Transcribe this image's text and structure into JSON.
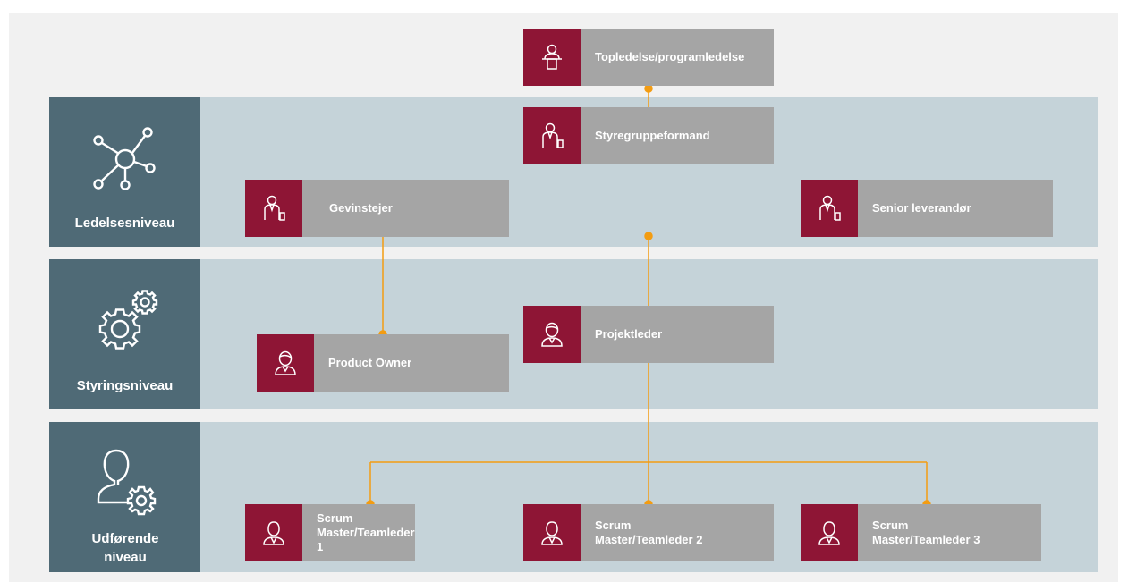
{
  "levels": {
    "management": {
      "label": "Ledelsesniveau",
      "icon": "network-hub-icon"
    },
    "steering": {
      "label": "Styringsniveau",
      "icon": "gears-icon"
    },
    "execution": {
      "label": "Udførende niveau",
      "icon": "person-gear-icon"
    }
  },
  "roles": {
    "top_management": {
      "label": "Topledelse/programledelse",
      "icon": "podium-person-icon"
    },
    "steering_chair": {
      "label": "Styregruppeformand",
      "icon": "executive-icon"
    },
    "benefit_owner": {
      "label": "Gevinstejer",
      "icon": "executive-icon"
    },
    "senior_supplier": {
      "label": "Senior leverandør",
      "icon": "executive-icon"
    },
    "project_manager": {
      "label": "Projektleder",
      "icon": "manager-icon"
    },
    "product_owner": {
      "label": "Product Owner",
      "icon": "manager-icon"
    },
    "scrum_master_1": {
      "label": "Scrum Master/Teamleder 1",
      "icon": "team-member-icon"
    },
    "scrum_master_2": {
      "label": "Scrum Master/Teamleder 2",
      "icon": "team-member-icon"
    },
    "scrum_master_3": {
      "label": "Scrum Master/Teamleder 3",
      "icon": "team-member-icon"
    }
  },
  "colors": {
    "band": "#c5d3d9",
    "band_label": "#4f6a76",
    "icon_tile": "#8e1535",
    "label_tile": "#a5a5a5",
    "connector": "#f39c12",
    "background": "#f1f1f1"
  }
}
